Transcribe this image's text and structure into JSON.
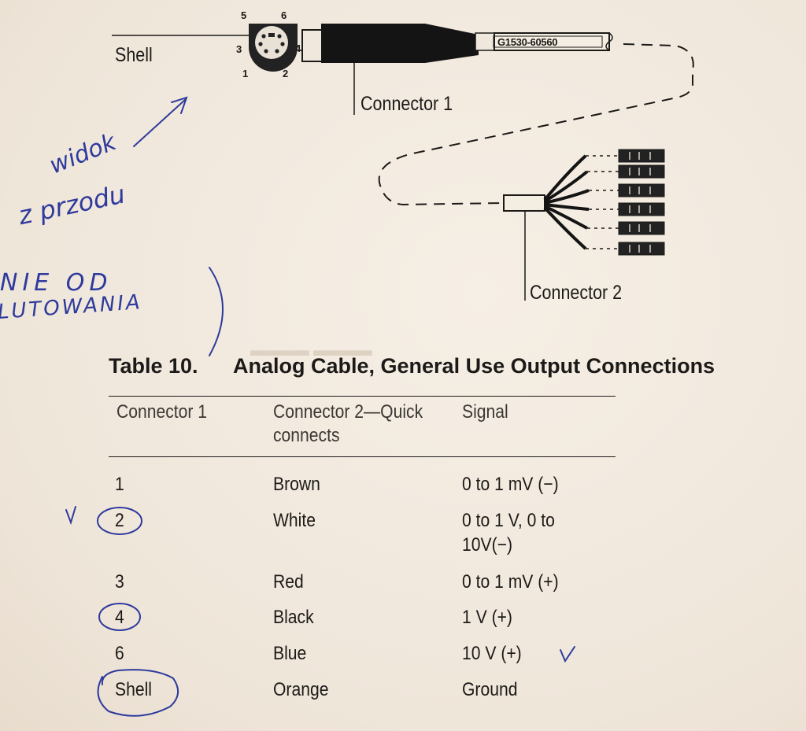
{
  "diagram": {
    "shell_label": "Shell",
    "pin_labels": {
      "p5": "5",
      "p6": "6",
      "p3": "3",
      "p4": "4",
      "p1": "1",
      "p2": "2"
    },
    "part_number": "G1530-60560",
    "connector1_label": "Connector 1",
    "connector2_label": "Connector 2"
  },
  "handwriting": {
    "note_line1": "widok",
    "note_line2": "z przodu",
    "note_line3": "NIE OD",
    "note_line4": "LUTOWANIA",
    "tick_mark": "v",
    "ink_color": "#2e3a9c"
  },
  "table": {
    "caption_number": "Table 10.",
    "caption_title": "Analog Cable, General Use Output Connections",
    "headers": {
      "connector1": "Connector 1",
      "connector2_line1": "Connector 2—Quick",
      "connector2_line2": "connects",
      "signal": "Signal"
    },
    "rows": [
      {
        "connector1": "1",
        "connector2": "Brown",
        "signal": "0 to 1 mV (−)",
        "signal2": ""
      },
      {
        "connector1": "2",
        "connector2": "White",
        "signal": "0 to 1 V, 0 to",
        "signal2": "10V(−)"
      },
      {
        "connector1": "3",
        "connector2": "Red",
        "signal": "0 to 1 mV (+)",
        "signal2": ""
      },
      {
        "connector1": "4",
        "connector2": "Black",
        "signal": "1 V (+)",
        "signal2": ""
      },
      {
        "connector1": "6",
        "connector2": "Blue",
        "signal": "10 V (+)",
        "signal2": ""
      },
      {
        "connector1": "Shell",
        "connector2": "Orange",
        "signal": "Ground",
        "signal2": ""
      }
    ]
  }
}
